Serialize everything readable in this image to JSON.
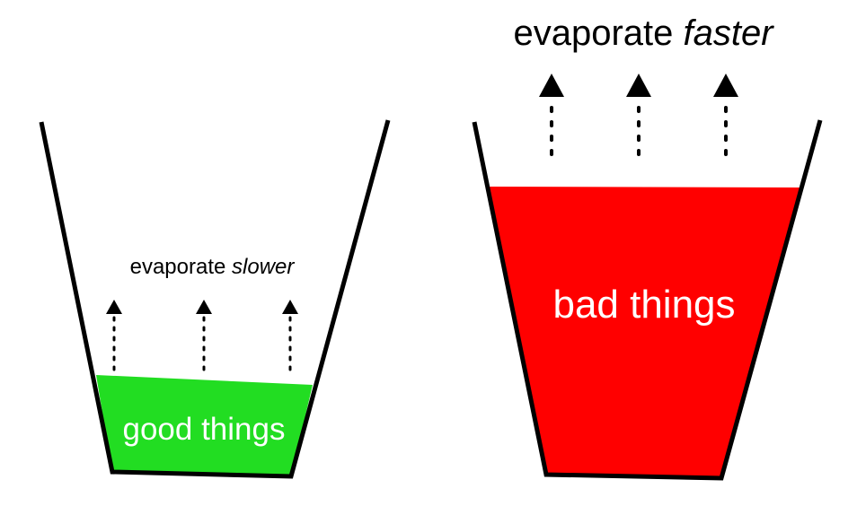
{
  "left_cup": {
    "label": "good things",
    "caption": {
      "prefix": "evaporate",
      "emphasis": "slower"
    },
    "fill_color": "#22dd22",
    "arrow_count": 3
  },
  "right_cup": {
    "label": "bad things",
    "caption": {
      "prefix": "evaporate",
      "emphasis": "faster"
    },
    "fill_color": "#ff0000",
    "arrow_count": 3
  }
}
